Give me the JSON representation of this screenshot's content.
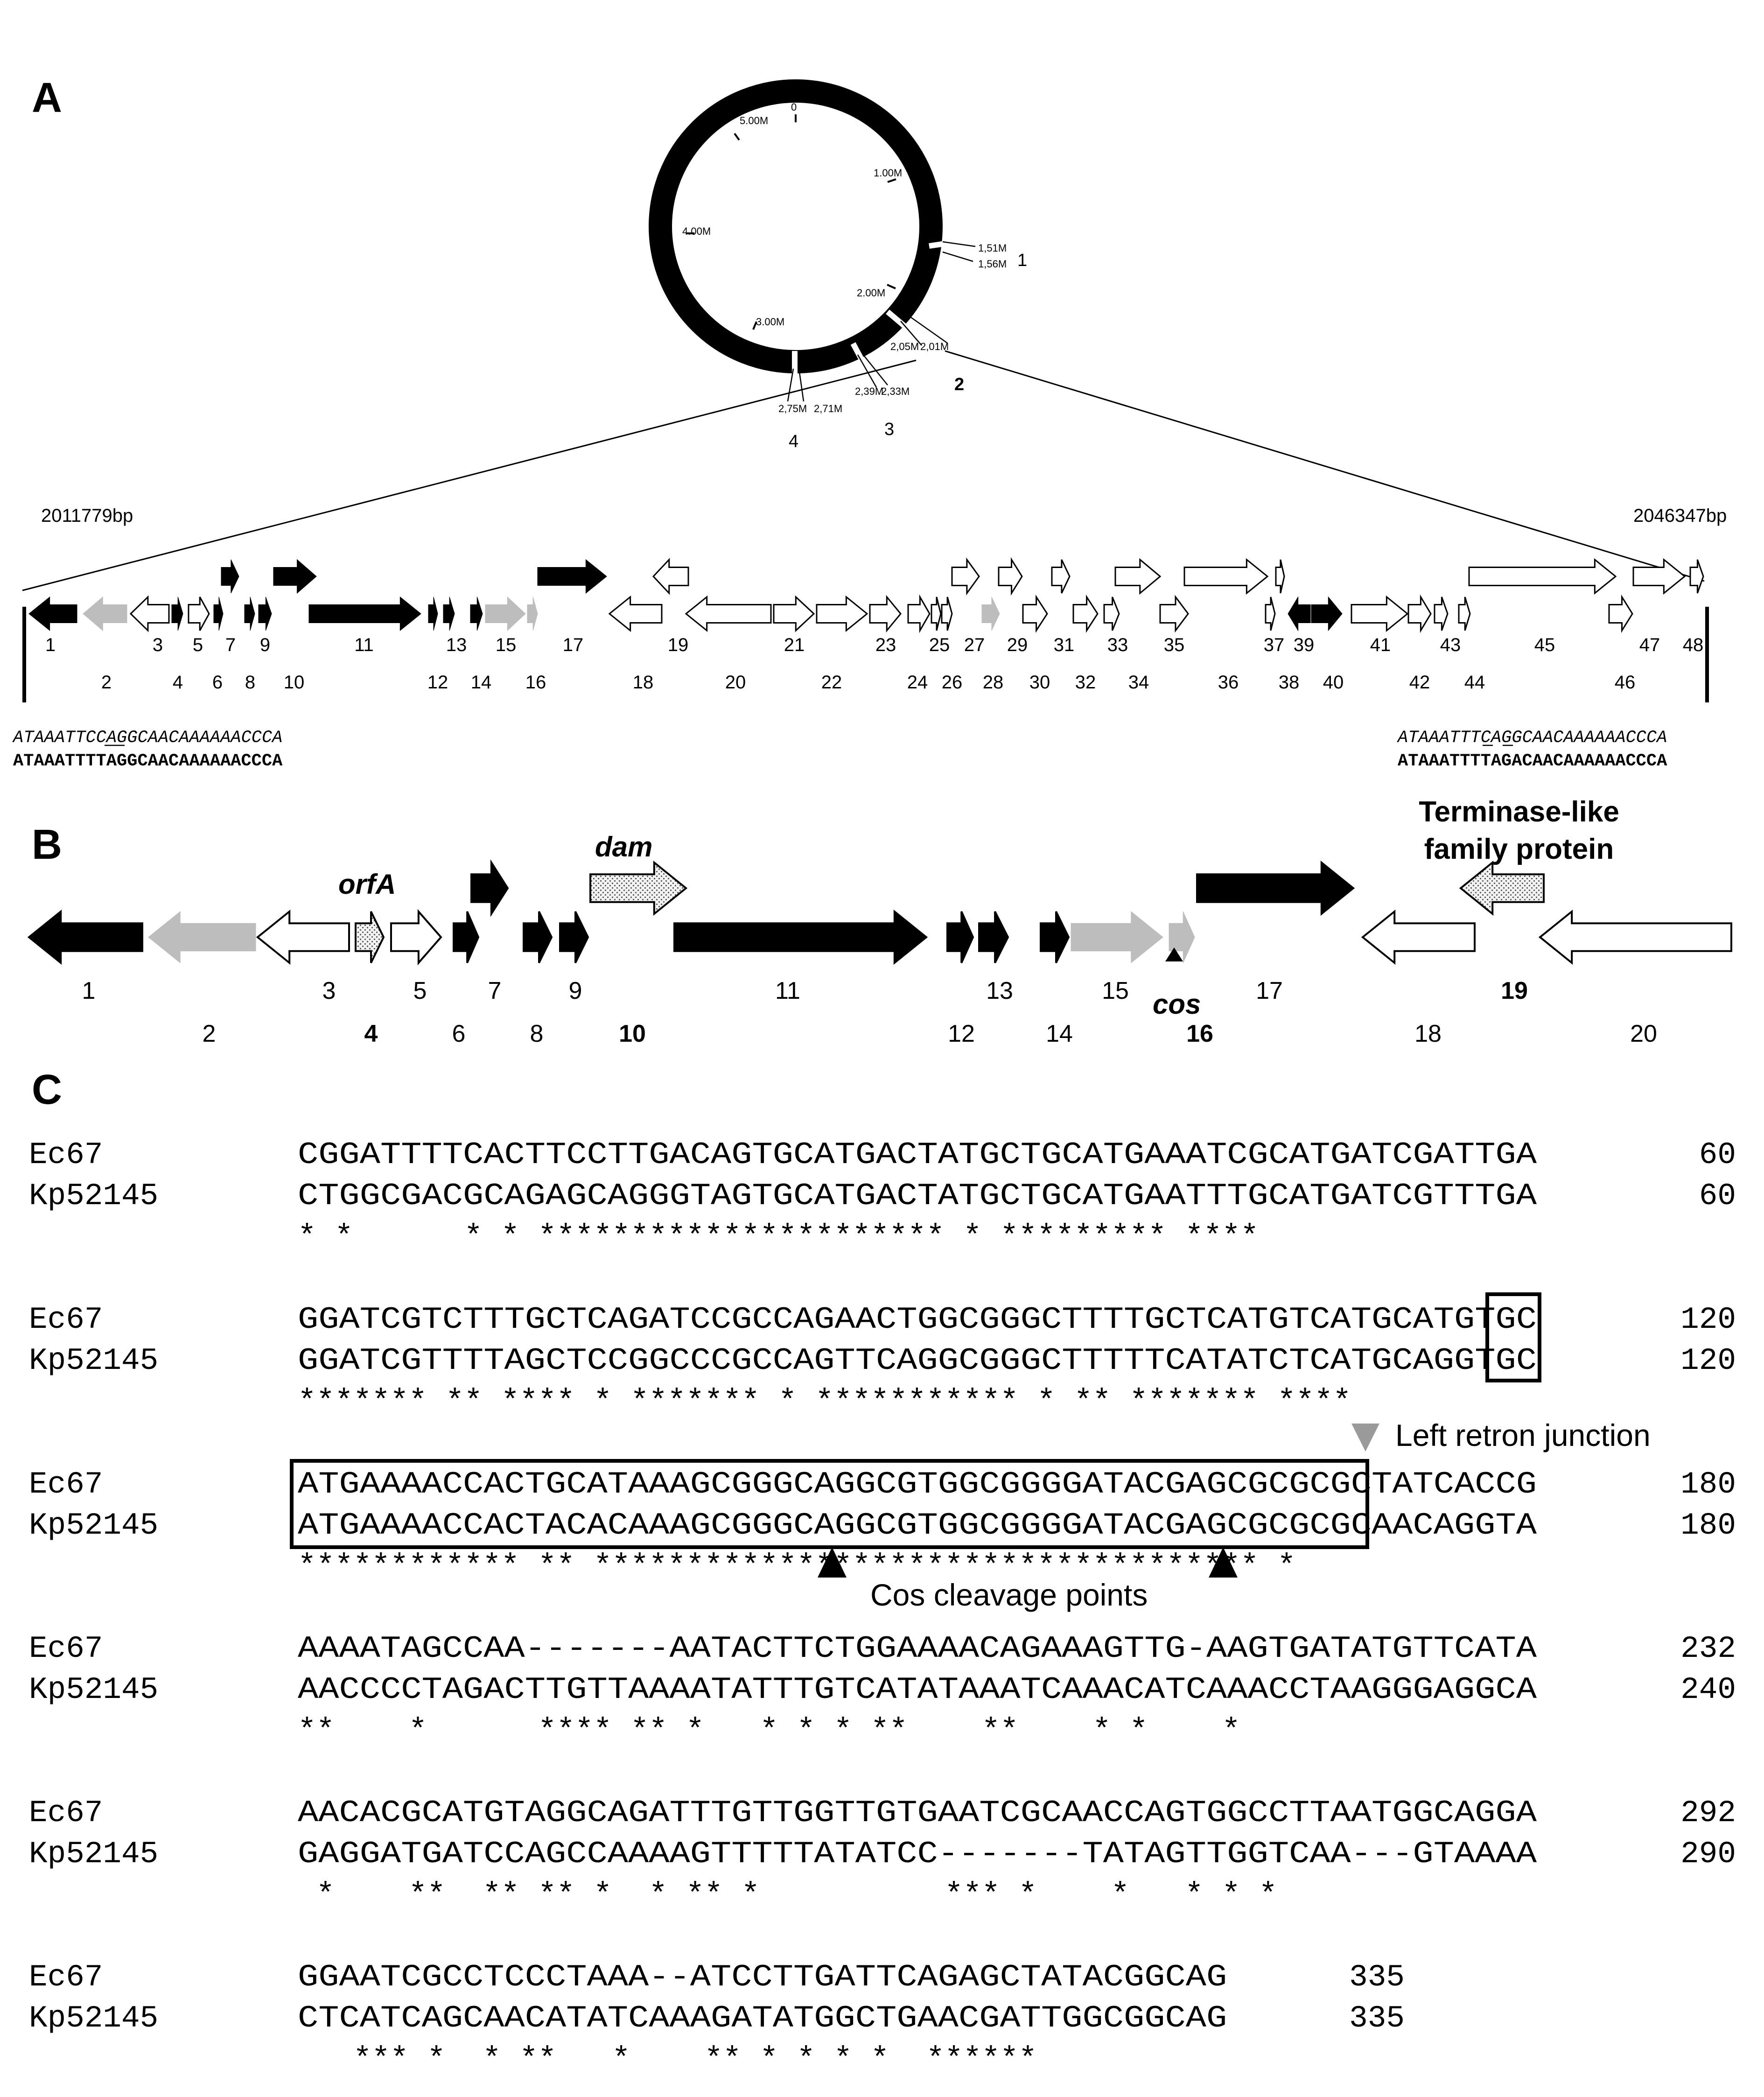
{
  "colors": {
    "black": "#000000",
    "grey": "#bdbdbd",
    "white": "#ffffff",
    "dotted": "#d9d9d9",
    "label_grey": "#9a9a9a"
  },
  "panel_a": {
    "label": "A",
    "circle_ticks": [
      "0",
      "1.00M",
      "2.00M",
      "3.00M",
      "4.00M",
      "5.00M"
    ],
    "region_marks": [
      {
        "id": "1",
        "labels": [
          "1,51M",
          "1,56M"
        ],
        "bold": false
      },
      {
        "id": "2",
        "labels": [
          "2,05M",
          "2,01M"
        ],
        "bold": true
      },
      {
        "id": "3",
        "labels": [
          "2,39M",
          "2,33M"
        ],
        "bold": false
      },
      {
        "id": "4",
        "labels": [
          "2,75M",
          "2,71M"
        ],
        "bold": false
      }
    ],
    "left_coord": "2011779bp",
    "right_coord": "2046347bp",
    "genes": [
      {
        "n": "1",
        "dir": "L",
        "fill": "black",
        "lane": "mid"
      },
      {
        "n": "2",
        "dir": "L",
        "fill": "grey",
        "lane": "mid"
      },
      {
        "n": "3",
        "dir": "L",
        "fill": "white",
        "lane": "mid"
      },
      {
        "n": "4",
        "dir": "R",
        "fill": "black",
        "lane": "mid"
      },
      {
        "n": "5",
        "dir": "R",
        "fill": "white",
        "lane": "mid"
      },
      {
        "n": "6",
        "dir": "R",
        "fill": "black",
        "lane": "mid"
      },
      {
        "n": "7",
        "dir": "R",
        "fill": "black",
        "lane": "up"
      },
      {
        "n": "8",
        "dir": "R",
        "fill": "black",
        "lane": "mid"
      },
      {
        "n": "9",
        "dir": "R",
        "fill": "black",
        "lane": "mid"
      },
      {
        "n": "10",
        "dir": "R",
        "fill": "black",
        "lane": "up"
      },
      {
        "n": "11",
        "dir": "R",
        "fill": "black",
        "lane": "mid"
      },
      {
        "n": "12",
        "dir": "R",
        "fill": "black",
        "lane": "mid"
      },
      {
        "n": "13",
        "dir": "R",
        "fill": "black",
        "lane": "mid"
      },
      {
        "n": "14",
        "dir": "R",
        "fill": "black",
        "lane": "mid"
      },
      {
        "n": "15",
        "dir": "R",
        "fill": "grey",
        "lane": "mid"
      },
      {
        "n": "16",
        "dir": "R",
        "fill": "grey",
        "lane": "mid"
      },
      {
        "n": "17",
        "dir": "R",
        "fill": "black",
        "lane": "up"
      },
      {
        "n": "18",
        "dir": "L",
        "fill": "white",
        "lane": "mid"
      },
      {
        "n": "19",
        "dir": "L",
        "fill": "white",
        "lane": "up"
      },
      {
        "n": "20",
        "dir": "L",
        "fill": "white",
        "lane": "mid"
      },
      {
        "n": "21",
        "dir": "R",
        "fill": "white",
        "lane": "mid"
      },
      {
        "n": "22",
        "dir": "R",
        "fill": "white",
        "lane": "mid"
      },
      {
        "n": "23",
        "dir": "R",
        "fill": "white",
        "lane": "mid"
      },
      {
        "n": "24",
        "dir": "R",
        "fill": "white",
        "lane": "mid"
      },
      {
        "n": "25",
        "dir": "R",
        "fill": "white",
        "lane": "mid"
      },
      {
        "n": "26",
        "dir": "R",
        "fill": "white",
        "lane": "mid"
      },
      {
        "n": "27",
        "dir": "R",
        "fill": "white",
        "lane": "up"
      },
      {
        "n": "28",
        "dir": "R",
        "fill": "grey",
        "lane": "mid"
      },
      {
        "n": "29",
        "dir": "R",
        "fill": "white",
        "lane": "up"
      },
      {
        "n": "30",
        "dir": "R",
        "fill": "white",
        "lane": "mid"
      },
      {
        "n": "31",
        "dir": "R",
        "fill": "white",
        "lane": "up"
      },
      {
        "n": "32",
        "dir": "R",
        "fill": "white",
        "lane": "mid"
      },
      {
        "n": "33",
        "dir": "R",
        "fill": "white",
        "lane": "up"
      },
      {
        "n": "34",
        "dir": "R",
        "fill": "white",
        "lane": "mid"
      },
      {
        "n": "35",
        "dir": "R",
        "fill": "white",
        "lane": "mid"
      },
      {
        "n": "36",
        "dir": "R",
        "fill": "white",
        "lane": "up"
      },
      {
        "n": "37",
        "dir": "R",
        "fill": "white",
        "lane": "up"
      },
      {
        "n": "38",
        "dir": "R",
        "fill": "white",
        "lane": "mid"
      },
      {
        "n": "39",
        "dir": "L",
        "fill": "black",
        "lane": "mid"
      },
      {
        "n": "40",
        "dir": "R",
        "fill": "black",
        "lane": "mid"
      },
      {
        "n": "41",
        "dir": "R",
        "fill": "white",
        "lane": "mid"
      },
      {
        "n": "42",
        "dir": "R",
        "fill": "white",
        "lane": "mid"
      },
      {
        "n": "43",
        "dir": "R",
        "fill": "white",
        "lane": "mid"
      },
      {
        "n": "44",
        "dir": "R",
        "fill": "white",
        "lane": "mid"
      },
      {
        "n": "45",
        "dir": "R",
        "fill": "white",
        "lane": "up"
      },
      {
        "n": "46",
        "dir": "R",
        "fill": "white",
        "lane": "mid"
      },
      {
        "n": "47",
        "dir": "R",
        "fill": "white",
        "lane": "up"
      },
      {
        "n": "48",
        "dir": "R",
        "fill": "white",
        "lane": "up"
      }
    ],
    "left_repeat_top": "ATAAATTCCAGGCAACAAAAAACCCA",
    "left_repeat_bottom": "ATAAATTTTAGGCAACAAAAAACCCA",
    "right_repeat_top": "ATAAATTTCAGGCAACAAAAAACCCA",
    "right_repeat_bottom": "ATAAATTTTAGACAACAAAAAACCCA"
  },
  "panel_b": {
    "label": "B",
    "orfA": "orfA",
    "dam": "dam",
    "cos": "cos",
    "terminase_line1": "Terminase-like",
    "terminase_line2": "family protein",
    "genes": [
      {
        "n": "1",
        "dir": "L",
        "fill": "black",
        "lane": "mid",
        "bold": false
      },
      {
        "n": "2",
        "dir": "L",
        "fill": "grey",
        "lane": "mid",
        "bold": false
      },
      {
        "n": "3",
        "dir": "L",
        "fill": "white",
        "lane": "mid",
        "bold": false
      },
      {
        "n": "4",
        "dir": "R",
        "fill": "dotted",
        "lane": "mid",
        "bold": true
      },
      {
        "n": "5",
        "dir": "R",
        "fill": "white",
        "lane": "mid",
        "bold": false
      },
      {
        "n": "6",
        "dir": "R",
        "fill": "black",
        "lane": "mid",
        "bold": false
      },
      {
        "n": "7",
        "dir": "R",
        "fill": "black",
        "lane": "up",
        "bold": false
      },
      {
        "n": "8",
        "dir": "R",
        "fill": "black",
        "lane": "mid",
        "bold": false
      },
      {
        "n": "9",
        "dir": "R",
        "fill": "black",
        "lane": "mid",
        "bold": false
      },
      {
        "n": "10",
        "dir": "R",
        "fill": "dotted",
        "lane": "up",
        "bold": true
      },
      {
        "n": "11",
        "dir": "R",
        "fill": "black",
        "lane": "mid",
        "bold": false
      },
      {
        "n": "12",
        "dir": "R",
        "fill": "black",
        "lane": "mid",
        "bold": false
      },
      {
        "n": "13",
        "dir": "R",
        "fill": "black",
        "lane": "mid",
        "bold": false
      },
      {
        "n": "14",
        "dir": "R",
        "fill": "black",
        "lane": "mid",
        "bold": false
      },
      {
        "n": "15",
        "dir": "R",
        "fill": "grey",
        "lane": "mid",
        "bold": false
      },
      {
        "n": "16",
        "dir": "R",
        "fill": "grey",
        "lane": "mid",
        "bold": true
      },
      {
        "n": "17",
        "dir": "R",
        "fill": "black",
        "lane": "up",
        "bold": false
      },
      {
        "n": "18",
        "dir": "L",
        "fill": "white",
        "lane": "mid",
        "bold": false
      },
      {
        "n": "19",
        "dir": "L",
        "fill": "dotted",
        "lane": "up",
        "bold": true
      },
      {
        "n": "20",
        "dir": "L",
        "fill": "white",
        "lane": "mid",
        "bold": false
      }
    ]
  },
  "panel_c": {
    "label": "C",
    "left_junction": "Left retron junction",
    "cos_cleavage": "Cos cleavage points",
    "blocks": [
      {
        "rows": [
          {
            "name": "Ec67",
            "seq": "CGGATTTTCACTTCCTTGACAGTGCATGACTATGCTGCATGAAATCGCATGATCGATTGA",
            "num": "60"
          },
          {
            "name": "Kp52145",
            "seq": "CTGGCGACGCAGAGCAGGGTAGTGCATGACTATGCTGCATGAATTTGCATGATCGTTTGA",
            "num": "60"
          }
        ],
        "stars": "* *      * * ********************** * ********* ****"
      },
      {
        "rows": [
          {
            "name": "Ec67",
            "seq": "GGATCGTCTTTGCTCAGATCCGCCAGAACTGGCGGGCTTTTGCTCATGTCATGCATGTGC",
            "num": "120"
          },
          {
            "name": "Kp52145",
            "seq": "GGATCGTTTTAGCTCCGGCCCGCCAGTTCAGGCGGGCTTTTTCATATCTCATGCAGGTGC",
            "num": "120"
          }
        ],
        "stars": "******* ** **** * ******* * *********** * ** ******* ****"
      },
      {
        "rows": [
          {
            "name": "Ec67",
            "seq": "ATGAAAACCACTGCATAAAGCGGGCAGGCGTGGCGGGGATACGAGCGCGCGCTATCACCG",
            "num": "180"
          },
          {
            "name": "Kp52145",
            "seq": "ATGAAAACCACTACACAAAGCGGGCAGGCGTGGCGGGGATACGAGCGCGCGCAACAGGTA",
            "num": "180"
          }
        ],
        "stars": "************ ** ************************************ *"
      },
      {
        "rows": [
          {
            "name": "Ec67",
            "seq": "AAAATAGCCAA-------AATACTTCTGGAAAACAGAAAGTTG-AAGTGATATGTTCATA",
            "num": "232"
          },
          {
            "name": "Kp52145",
            "seq": "AACCCCTAGACTTGTTAAAATATTTGTCATATAAATCAAACATCAAACCTAAGGGAGGCA",
            "num": "240"
          }
        ],
        "stars": "**    *      **** ** *   * * * **    **    * *    *"
      },
      {
        "rows": [
          {
            "name": "Ec67",
            "seq": "AACACGCATGTAGGCAGATTTGTTGGTTGTGAATCGCAACCAGTGGCCTTAATGGCAGGA",
            "num": "292"
          },
          {
            "name": "Kp52145",
            "seq": "GAGGATGATCCAGCCAAAAGTTTTTATATCC-------TATAGTTGGTCAA---GTAAAA",
            "num": "290"
          }
        ],
        "stars": " *    **  ** ** *  * ** *          *** *    *   * * *"
      },
      {
        "rows": [
          {
            "name": "Ec67",
            "seq": "GGAATCGCCTCCCTAAA--ATCCTTGATTCAGAGCTATACGGCAG",
            "num": "335"
          },
          {
            "name": "Kp52145",
            "seq": "CTCATCAGCAACATATCAAAGATATGGCTGAACGATTGGCGGCAG",
            "num": "335"
          }
        ],
        "stars": "   *** *  * **   *    ** * * * *  ******"
      }
    ]
  }
}
